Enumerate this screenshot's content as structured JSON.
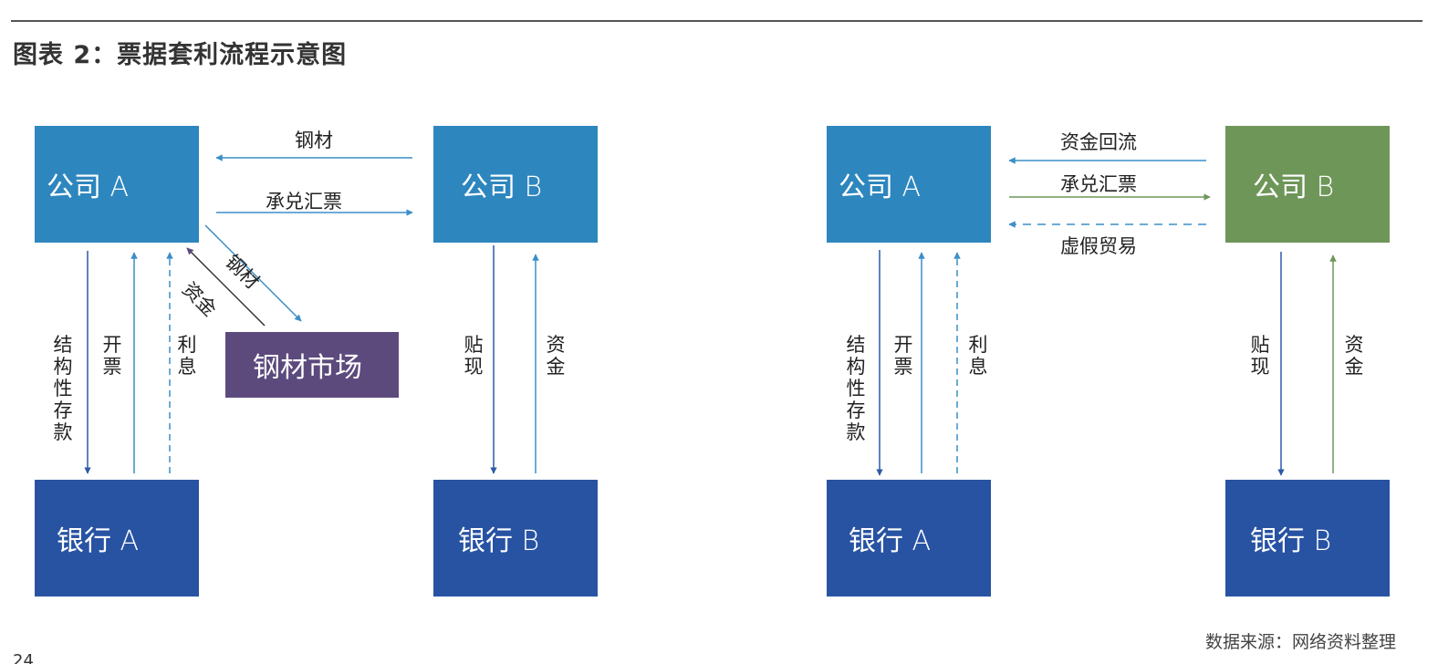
{
  "title": "图表 2：票据套利流程示意图",
  "source_note": "数据来源：网络资料整理",
  "page_number": "24",
  "colors": {
    "company_blue": "#2e86be",
    "bank_blue": "#2853a3",
    "company_b_green": "#6e9659",
    "market_purple": "#5c4a7d",
    "arrow_light_blue": "#3a8fc7",
    "arrow_dark_blue": "#2d5aa8",
    "arrow_green": "#6e9659",
    "arrow_dark": "#333333"
  },
  "left_diagram": {
    "nodes": {
      "company_a": "公司 A",
      "company_b": "公司 B",
      "bank_a": "银行 A",
      "bank_b": "银行 B",
      "steel_market": "钢材市场"
    },
    "edges": [
      {
        "from": "company_b",
        "to": "company_a",
        "label": "钢材",
        "style": "solid"
      },
      {
        "from": "company_a",
        "to": "company_b",
        "label": "承兑汇票",
        "style": "solid"
      },
      {
        "from": "company_a",
        "to": "steel_market",
        "label": "钢材",
        "style": "solid"
      },
      {
        "from": "steel_market",
        "to": "company_a",
        "label": "资金",
        "style": "solid"
      },
      {
        "from": "company_a",
        "to": "bank_a",
        "label": "结构性存款",
        "style": "solid"
      },
      {
        "from": "bank_a",
        "to": "company_a",
        "label": "开票",
        "style": "solid"
      },
      {
        "from": "bank_a",
        "to": "company_a",
        "label": "利息",
        "style": "dashed"
      },
      {
        "from": "company_b",
        "to": "bank_b",
        "label": "贴现",
        "style": "solid"
      },
      {
        "from": "bank_b",
        "to": "company_b",
        "label": "资金",
        "style": "solid"
      }
    ]
  },
  "right_diagram": {
    "nodes": {
      "company_a": "公司 A",
      "company_b": "公司 B",
      "bank_a": "银行 A",
      "bank_b": "银行 B"
    },
    "edges": [
      {
        "from": "company_b",
        "to": "company_a",
        "label": "资金回流",
        "style": "solid"
      },
      {
        "from": "company_a",
        "to": "company_b",
        "label": "承兑汇票",
        "style": "solid"
      },
      {
        "from": "company_b",
        "to": "company_a",
        "label": "虚假贸易",
        "style": "dashed"
      },
      {
        "from": "company_a",
        "to": "bank_a",
        "label": "结构性存款",
        "style": "solid"
      },
      {
        "from": "bank_a",
        "to": "company_a",
        "label": "开票",
        "style": "solid"
      },
      {
        "from": "bank_a",
        "to": "company_a",
        "label": "利息",
        "style": "dashed"
      },
      {
        "from": "company_b",
        "to": "bank_b",
        "label": "贴现",
        "style": "solid"
      },
      {
        "from": "bank_b",
        "to": "company_b",
        "label": "资金",
        "style": "solid"
      }
    ]
  }
}
